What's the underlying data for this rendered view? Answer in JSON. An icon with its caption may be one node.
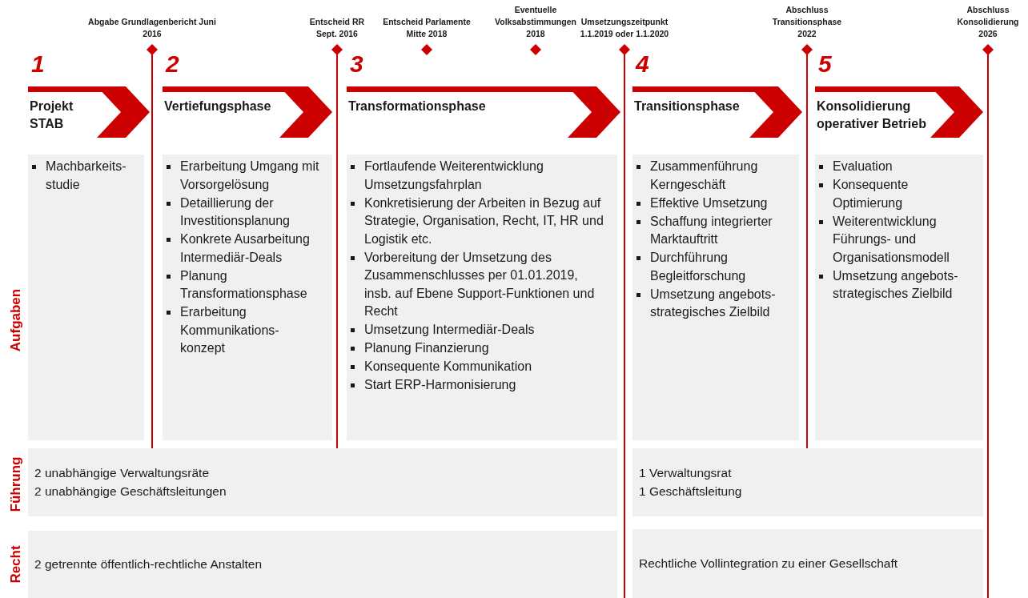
{
  "diagram": {
    "nodes": [
      {
        "text": [
          "Projekt STAB"
        ],
        "beside": [
          "1"
        ]
      },
      {
        "text": [
          "Vertiefungsphase"
        ],
        "beside": [
          "2"
        ]
      },
      {
        "text": [
          "Transformationsphase"
        ],
        "beside": [
          "3"
        ]
      },
      {
        "text": [
          "Transitionsphase"
        ],
        "beside": [
          "4"
        ]
      },
      {
        "text": [
          "Konsolidierung operativer Betrieb"
        ],
        "beside": [
          "5"
        ]
      },
      {
        "text": [
          "Machbarkeits-studie"
        ]
      },
      {
        "text": [
          "Erarbeitung Umgang mit Vorsorgelösung",
          "Detaillierung der Investitionsplanung",
          "Konkrete Ausarbeitung Intermediär-Deals",
          "Planung Transformationsphase",
          "Erarbeitung Kommunikations-konzept"
        ]
      },
      {
        "text": [
          "Fortlaufende Weiterentwicklung Umsetzungsfahrplan",
          "Konkretisierung der Arbeiten in Bezug auf Strategie, Organisation, Recht, IT, HR und Logistik etc.",
          "Vorbereitung der Umsetzung des Zusammenschlusses per 01.01.2019, insb. auf Ebene Support-Funktionen und Recht",
          "Umsetzung Intermediär-Deals",
          "Planung Finanzierung",
          "Konsequente Kommunikation",
          "Start ERP-Harmonisierung"
        ]
      },
      {
        "text": [
          "Zusammenführung Kerngeschäft",
          "Effektive Umsetzung",
          "Schaffung integrierter Marktauftritt",
          "Durchführung Begleitforschung",
          "Umsetzung angebots-strategisches Zielbild"
        ]
      },
      {
        "text": [
          "Evaluation",
          "Konsequente Optimierung",
          "Weiterentwicklung Führungs- und Organisationsmodell",
          "Umsetzung angebots-strategisches Zielbild"
        ]
      },
      {
        "text": [
          "2 unabhängige Verwaltungsräte",
          "2 unabhängige Geschäftsleitungen"
        ]
      },
      {
        "text": [
          "1 Verwaltungsrat",
          "1 Geschäftsleitung"
        ]
      },
      {
        "text": [
          "2 getrennte öffentlich-rechtliche Anstalten"
        ]
      },
      {
        "text": [
          "Rechtliche Vollintegration zu einer Gesellschaft"
        ]
      }
    ],
    "labels": [
      "Abgabe Grundlagenbericht Juni 2016",
      "Entscheid RR Sept. 2016",
      "Entscheid Parlamente Mitte 2018",
      "Eventuelle Volksabstimmungen 2018",
      "Umsetzungszeitpunkt 1.1.2019 oder 1.1.2020",
      "Abschluss Transitionsphase 2022",
      "Abschluss Konsolidierung 2026",
      "Aufgaben",
      "Führung",
      "Recht"
    ]
  }
}
